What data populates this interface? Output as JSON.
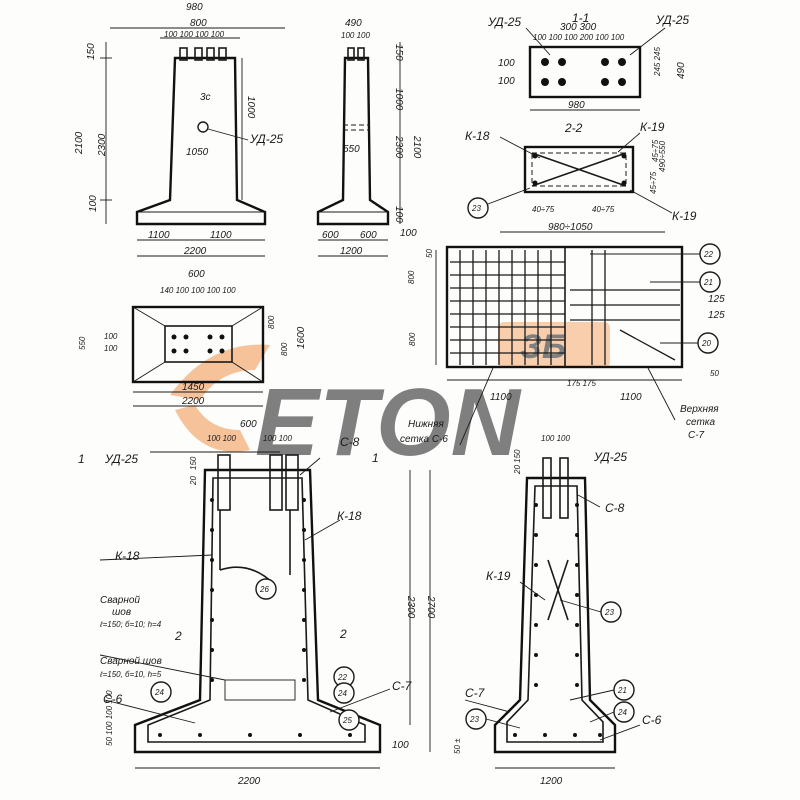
{
  "watermark": {
    "brand": "ETON",
    "badge": "ЗБ",
    "color": "#f0924a",
    "gray": "#9a9a9a"
  },
  "front_view": {
    "top_width": "980",
    "neck_width": "800",
    "bar_spacing": "100 100 100 100",
    "h_150": "150",
    "h_1000": "1000",
    "h_2100": "2100",
    "h_2300": "2300",
    "h_100": "100",
    "label_3s": "3с",
    "insert": "УД-25",
    "w_1050": "1050",
    "base_left": "1100",
    "base_right": "1100",
    "base_total": "2200"
  },
  "side_view": {
    "top_width": "490",
    "bars": "100 100",
    "h_150": "150",
    "h_1000": "1000",
    "h_2300": "2300",
    "h_2100": "2100",
    "h_550": "550",
    "h_100a": "100",
    "h_100b": "100",
    "base_left": "600",
    "base_right": "600",
    "base_total": "1200"
  },
  "section_11": {
    "title": "1-1",
    "insert_left": "УД-25",
    "insert_right": "УД-25",
    "top_dims": "300 300",
    "bar_dims": "100 100 100 200 100 100",
    "left_a": "100",
    "left_b": "100",
    "right_dims": "245 245",
    "height": "490",
    "width": "980"
  },
  "section_22": {
    "title": "2-2",
    "k18": "К-18",
    "k19_top": "К-19",
    "k19_bottom": "К-19",
    "circle": "23",
    "dim_a": "40÷75",
    "dim_b": "40÷75",
    "width_range": "980÷1050",
    "right_1": "45÷75",
    "right_2": "490÷550",
    "right_3": "45÷75"
  },
  "plan_view": {
    "top_w": "600",
    "bars": "140 100 100 100 100",
    "left_1": "550",
    "left_2": "100",
    "left_3": "100",
    "right_1": "800",
    "right_2": "800",
    "right_3": "1600",
    "w_1450": "1450",
    "w_2200": "2200"
  },
  "mesh": {
    "h_50": "50",
    "h_800a": "800",
    "h_800b": "800",
    "c22": "22",
    "c21": "21",
    "c20": "20",
    "s125a": "125",
    "s125b": "125",
    "s175": "175 175",
    "w_left": "1100",
    "w_right": "1100",
    "h_50b": "50",
    "lower_label": "Нижняя",
    "lower_name": "сетка С-6",
    "upper_label": "Верхняя",
    "upper_sub": "сетка",
    "upper_name": "С-7"
  },
  "reinf_front": {
    "sec_1": "1",
    "insert": "УД-25",
    "sec_1b": "1",
    "c8": "С-8",
    "top_dims": "100 100",
    "top_dims2": "100 100",
    "top_w": "600",
    "h_150": "150",
    "h_20": "20",
    "k18a": "К-18",
    "k18b": "К-18",
    "weld1": "Сварной",
    "weld1b": "шов",
    "weld1_spec": "ℓ=150; б=10; h=4",
    "sec_2": "2",
    "sec_2b": "2",
    "c26": "26",
    "weld2": "Сварной шов",
    "weld2_spec": "ℓ=150, б=10, h=5",
    "c22": "22",
    "c7": "С-7",
    "c6": "С-6",
    "c24a": "24",
    "c24b": "24",
    "c25": "25",
    "h_2300": "2300",
    "h_2700": "2700",
    "h_100": "100",
    "left_dims": "50 100 100 100",
    "width": "2200"
  },
  "reinf_side": {
    "top_dims": "100 100",
    "h_20": "20 150",
    "insert": "УД-25",
    "c8": "С-8",
    "k19": "К-19",
    "c23": "23",
    "c21": "21",
    "c7": "С-7",
    "c23b": "23",
    "c24": "24",
    "c6": "С-6",
    "left_dims": "50 ±",
    "width": "1200"
  }
}
